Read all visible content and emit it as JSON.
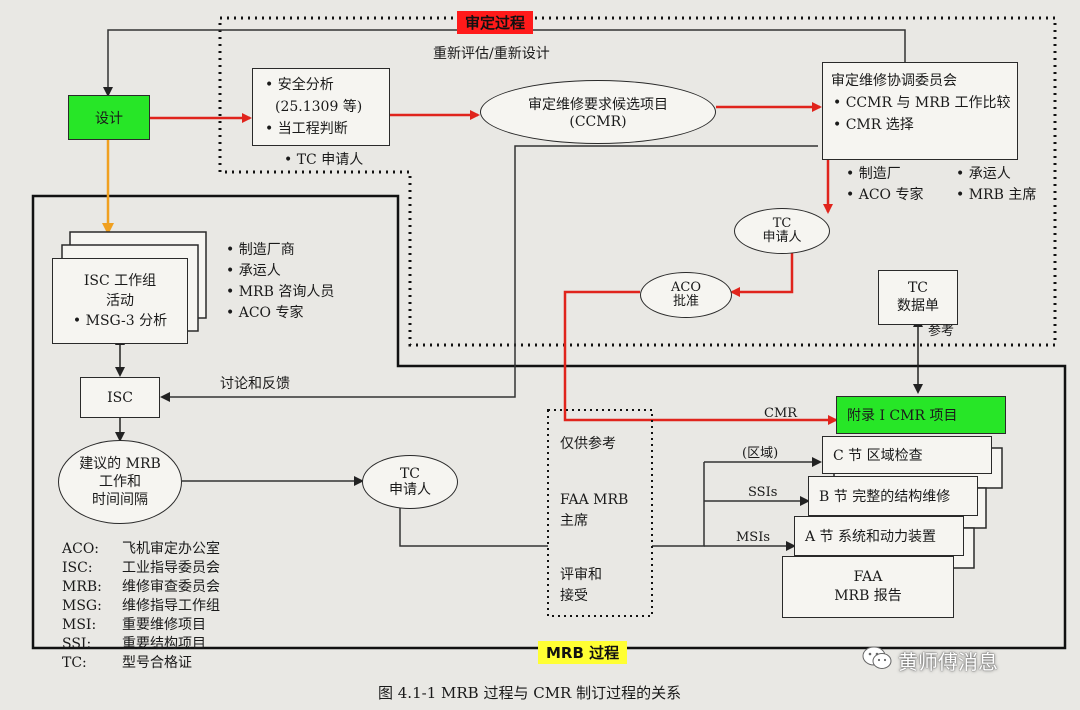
{
  "process_labels": {
    "approval": "审定过程",
    "mrb": "MRB 过程"
  },
  "colors": {
    "red_arrow": "#e0241c",
    "orange_arrow": "#f0a020",
    "green_box": "#27e627",
    "approval_tag_bg": "#ff1a1a",
    "mrb_tag_bg": "#ffff33"
  },
  "nodes": {
    "design": "设计",
    "redesign": "重新评估/重新设计",
    "safety": [
      "• 安全分析",
      "(25.1309 等)",
      "• 当工程判断"
    ],
    "tc_applicant_1": "• TC 申请人",
    "ccmr_candidate": [
      "审定维修要求候选项目",
      "(CCMR)"
    ],
    "committee": [
      "审定维修协调委员会",
      "• CCMR 与 MRB 工作比较",
      "• CMR 选择"
    ],
    "committee_members": [
      "• 制造厂",
      "• 承运人",
      "• ACO 专家",
      "• MRB 主席"
    ],
    "tc_applicant_2": [
      "TC",
      "申请人"
    ],
    "aco_approval": [
      "ACO",
      "批准"
    ],
    "tc_datasheet": [
      "TC",
      "数据单"
    ],
    "reference": "参考",
    "isc_group": [
      "ISC 工作组",
      "活动",
      "• MSG-3 分析"
    ],
    "isc_members": [
      "• 制造厂商",
      "• 承运人",
      "• MRB 咨询人员",
      "• ACO 专家"
    ],
    "isc": "ISC",
    "discussion": "讨论和反馈",
    "proposed_mrb": [
      "建议的 MRB",
      "工作和",
      "时间间隔"
    ],
    "tc_applicant_3": [
      "TC",
      "申请人"
    ],
    "reference_only": "仅供参考",
    "faa_mrb_chair": [
      "FAA MRB",
      "主席"
    ],
    "review_accept": [
      "评审和",
      "接受"
    ],
    "cmr_label": "CMR",
    "appendix_cmr": "附录 I CMR 项目",
    "zone_label": "(区域)",
    "section_c": "C 节  区域检查",
    "ssis_label": "SSIs",
    "section_b": "B 节  完整的结构维修",
    "msis_label": "MSIs",
    "section_a": "A 节  系统和动力装置",
    "faa_mrb_report": [
      "FAA",
      "MRB 报告"
    ]
  },
  "legend": [
    {
      "abbr": "ACO:",
      "desc": "飞机审定办公室"
    },
    {
      "abbr": "ISC:",
      "desc": "工业指导委员会"
    },
    {
      "abbr": "MRB:",
      "desc": "维修审查委员会"
    },
    {
      "abbr": "MSG:",
      "desc": "维修指导工作组"
    },
    {
      "abbr": "MSI:",
      "desc": "重要维修项目"
    },
    {
      "abbr": "SSI:",
      "desc": "重要结构项目"
    },
    {
      "abbr": "TC:",
      "desc": "型号合格证"
    }
  ],
  "figure_caption": "图 4.1-1    MRB 过程与 CMR 制订过程的关系",
  "watermark": "黄师傅消息"
}
